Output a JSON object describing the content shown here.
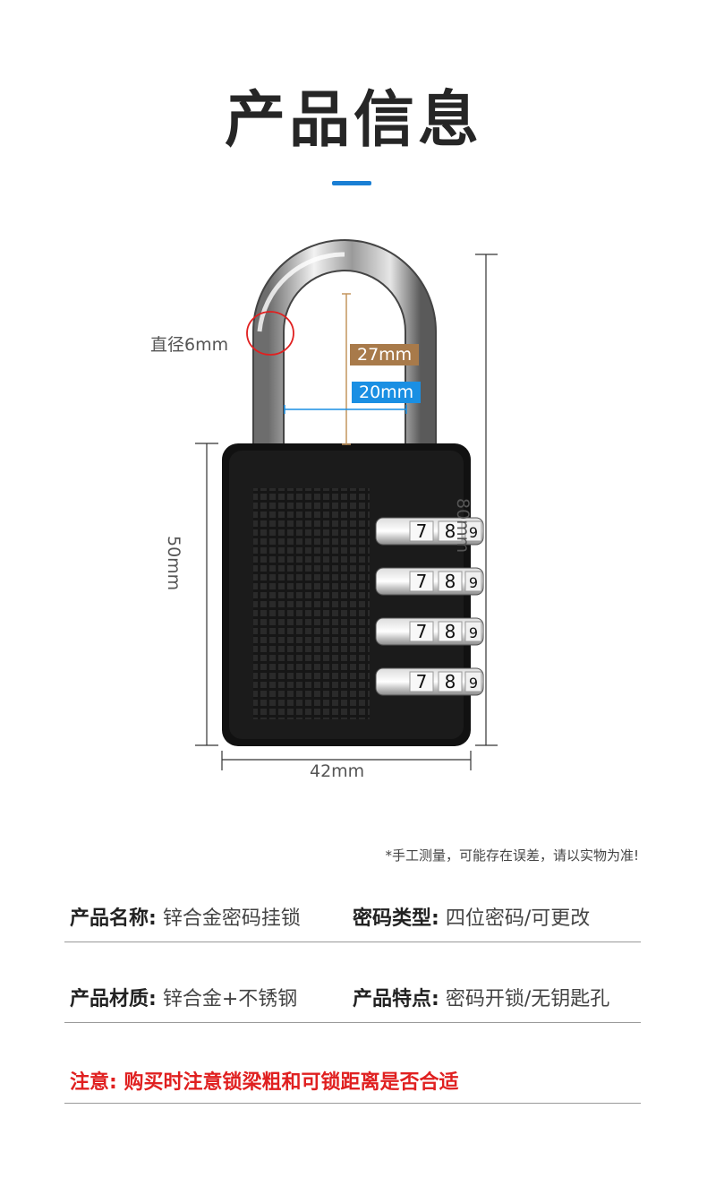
{
  "header": {
    "title": "产品信息"
  },
  "diagram": {
    "shackle_diameter": "直径6mm",
    "shackle_height": "27mm",
    "shackle_gap": "20mm",
    "total_height": "80mm",
    "body_height": "50mm",
    "body_width": "42mm",
    "dial_digits": [
      "7",
      "8",
      "9"
    ],
    "colors": {
      "height_tag": "#a87a4a",
      "gap_tag": "#1a8fe3",
      "annotation": "#e02020"
    }
  },
  "note": "*手工测量，可能存在误差，请以实物为准!",
  "specs": {
    "row1": {
      "left": {
        "key": "产品名称:",
        "value": "锌合金密码挂锁"
      },
      "right": {
        "key": "密码类型:",
        "value": "四位密码/可更改"
      }
    },
    "row2": {
      "left": {
        "key": "产品材质:",
        "value": "锌合金+不锈钢"
      },
      "right": {
        "key": "产品特点:",
        "value": "密码开锁/无钥匙孔"
      }
    }
  },
  "warning": "注意: 购买时注意锁梁粗和可锁距离是否合适"
}
